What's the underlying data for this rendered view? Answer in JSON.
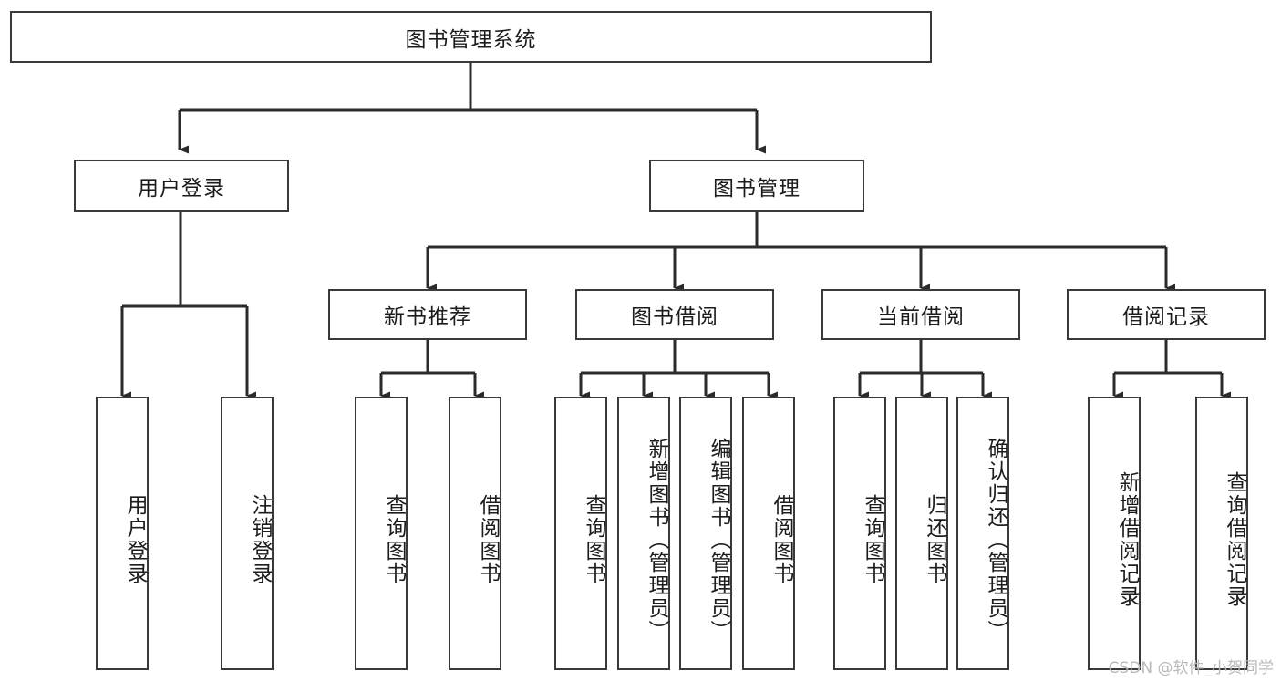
{
  "diagram": {
    "type": "tree-hierarchy",
    "title": "图书管理系统",
    "watermark": "CSDN @软件_小贺同学",
    "colors": {
      "box_border": "#3a3a3a",
      "box_fill": "#ffffff",
      "connector": "#2b2b2b",
      "text": "#1c1c1c",
      "watermark": "#b9b9b9"
    },
    "levels": {
      "root": "图书管理系统",
      "level1": [
        "用户登录",
        "图书管理"
      ],
      "level2": [
        "新书推荐",
        "图书借阅",
        "当前借阅",
        "借阅记录"
      ]
    },
    "nodes": {
      "root": {
        "label": "图书管理系统",
        "level": 0,
        "orientation": "horizontal"
      },
      "user_login": {
        "label": "用户登录",
        "level": 1,
        "orientation": "horizontal",
        "parent": "图书管理系统"
      },
      "book_manage": {
        "label": "图书管理",
        "level": 1,
        "orientation": "horizontal",
        "parent": "图书管理系统"
      },
      "new_book_rec": {
        "label": "新书推荐",
        "level": 2,
        "orientation": "horizontal",
        "parent": "图书管理"
      },
      "book_borrow": {
        "label": "图书借阅",
        "level": 2,
        "orientation": "horizontal",
        "parent": "图书管理"
      },
      "current_borrow": {
        "label": "当前借阅",
        "level": 2,
        "orientation": "horizontal",
        "parent": "图书管理"
      },
      "borrow_record": {
        "label": "借阅记录",
        "level": 2,
        "orientation": "horizontal",
        "parent": "图书管理"
      },
      "leaf_user_login": {
        "label": "用户登录",
        "level": 3,
        "orientation": "vertical",
        "parent": "用户登录"
      },
      "leaf_logout": {
        "label": "注销登录",
        "level": 3,
        "orientation": "vertical",
        "parent": "用户登录"
      },
      "leaf_rec_query": {
        "label": "查询图书",
        "level": 3,
        "orientation": "vertical",
        "parent": "新书推荐"
      },
      "leaf_rec_borrow": {
        "label": "借阅图书",
        "level": 3,
        "orientation": "vertical",
        "parent": "新书推荐"
      },
      "leaf_bb_query": {
        "label": "查询图书",
        "level": 3,
        "orientation": "vertical",
        "parent": "图书借阅"
      },
      "leaf_bb_add": {
        "label": "新增图书（管理员）",
        "level": 3,
        "orientation": "vertical",
        "parent": "图书借阅"
      },
      "leaf_bb_edit": {
        "label": "编辑图书（管理员）",
        "level": 3,
        "orientation": "vertical",
        "parent": "图书借阅"
      },
      "leaf_bb_borrow": {
        "label": "借阅图书",
        "level": 3,
        "orientation": "vertical",
        "parent": "图书借阅"
      },
      "leaf_cb_query": {
        "label": "查询图书",
        "level": 3,
        "orientation": "vertical",
        "parent": "当前借阅"
      },
      "leaf_cb_return": {
        "label": "归还图书",
        "level": 3,
        "orientation": "vertical",
        "parent": "当前借阅"
      },
      "leaf_cb_confirm": {
        "label": "确认归还（管理员）",
        "level": 3,
        "orientation": "vertical",
        "parent": "当前借阅"
      },
      "leaf_br_add": {
        "label": "新增借阅记录",
        "level": 3,
        "orientation": "vertical",
        "parent": "借阅记录"
      },
      "leaf_br_query": {
        "label": "查询借阅记录",
        "level": 3,
        "orientation": "vertical",
        "parent": "借阅记录"
      }
    }
  }
}
